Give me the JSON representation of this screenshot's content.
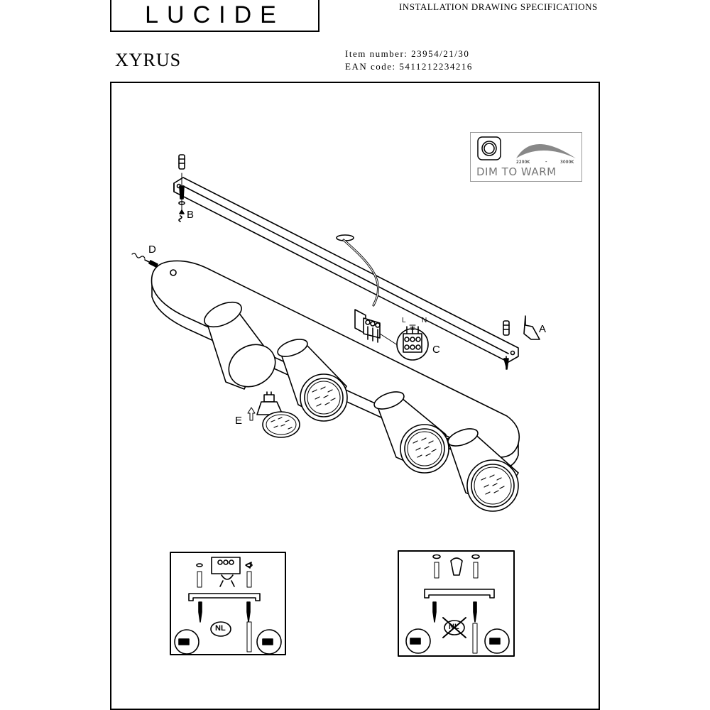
{
  "brand": {
    "logo_text": "LUCIDE"
  },
  "header": {
    "doc_title": "INSTALLATION DRAWING SPECIFICATIONS"
  },
  "product": {
    "name": "XYRUS",
    "item_number_line": "Item number: 23954/21/30",
    "ean_line": "EAN code: 5411212234216"
  },
  "badge": {
    "text": "DIM TO WARM",
    "range_low": "2200K",
    "range_sep": "-",
    "range_high": "3000K"
  },
  "callouts": {
    "a": "A",
    "b": "B",
    "c": "C",
    "d": "D",
    "e": "E",
    "terminal_l": "L",
    "terminal_n": "N"
  },
  "insets": {
    "left_badge": "NL",
    "right_badge": "NL"
  }
}
